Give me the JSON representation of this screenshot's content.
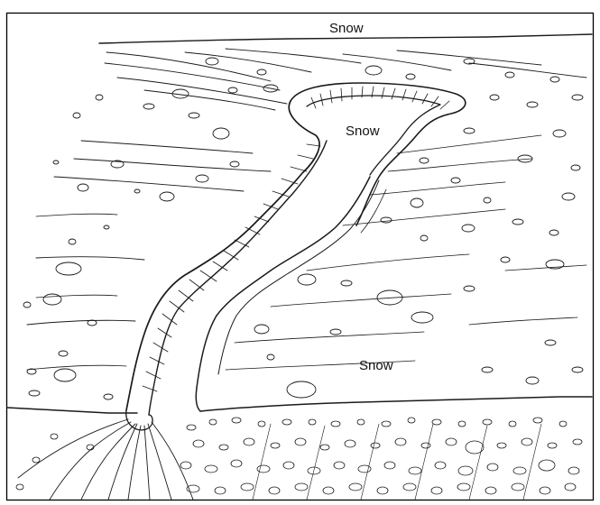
{
  "labels": {
    "top": "Snow",
    "basin": "Snow",
    "slope": "Snow"
  }
}
